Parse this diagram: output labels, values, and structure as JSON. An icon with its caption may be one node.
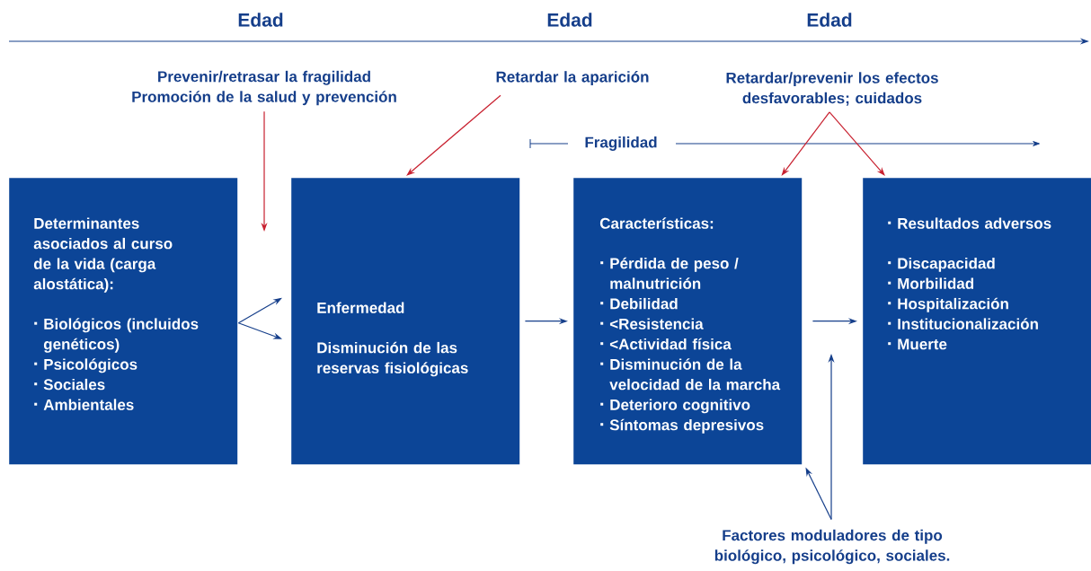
{
  "diagram": {
    "nodes": [
      {
        "text": [
          "Determinantes asociados al curso de la vida (carga alostática):",
          "Biológicos (incluidos genéticos)",
          "Psicológicos",
          "Sociales",
          "Ambientales"
        ]
      },
      {
        "text": [
          "Enfermedad",
          "Disminución de las reservas fisiológicas"
        ]
      },
      {
        "text": [
          "Características:",
          "Pérdida de peso / malnutrición",
          "Debilidad",
          "<Resistencia",
          "<Actividad física",
          "Disminución de la velocidad de la marcha",
          "Deterioro cognitivo",
          "Síntomas depresivos"
        ]
      },
      {
        "text": [
          "Resultados adversos",
          "Discapacidad",
          "Morbilidad",
          "Hospitalización",
          "Institucionalización",
          "Muerte"
        ]
      },
      {
        "text": [
          "Prevenir/retrasar la fragilidad",
          "Promoción de la salud y prevención"
        ]
      },
      {
        "text": [
          "Retardar la aparición"
        ]
      },
      {
        "text": [
          "Retardar/prevenir los efectos desfavorables; cuidados"
        ]
      },
      {
        "text": [
          "Factores moduladores de tipo biológico, psicológico, sociales."
        ]
      }
    ],
    "edges": [
      {
        "from": 4,
        "to": null,
        "arrow": "to",
        "color": "#c8202f"
      },
      {
        "from": 5,
        "to": 1,
        "arrow": "to",
        "color": "#c8202f"
      },
      {
        "from": 6,
        "to": 2,
        "arrow": "to",
        "color": "#c8202f"
      },
      {
        "from": 6,
        "to": 3,
        "arrow": "to",
        "color": "#c8202f"
      },
      {
        "from": 0,
        "to": 1,
        "arrow": "to"
      },
      {
        "from": 0,
        "to": 1,
        "arrow": "to"
      },
      {
        "from": 1,
        "to": 2,
        "arrow": "to"
      },
      {
        "from": 2,
        "to": 3,
        "arrow": "to"
      },
      {
        "from": 7,
        "to": 2,
        "arrow": "to"
      },
      {
        "from": 7,
        "to": null,
        "arrow": "to"
      }
    ],
    "labels": [
      "Edad",
      "Edad",
      "Edad",
      "Fragilidad"
    ]
  }
}
